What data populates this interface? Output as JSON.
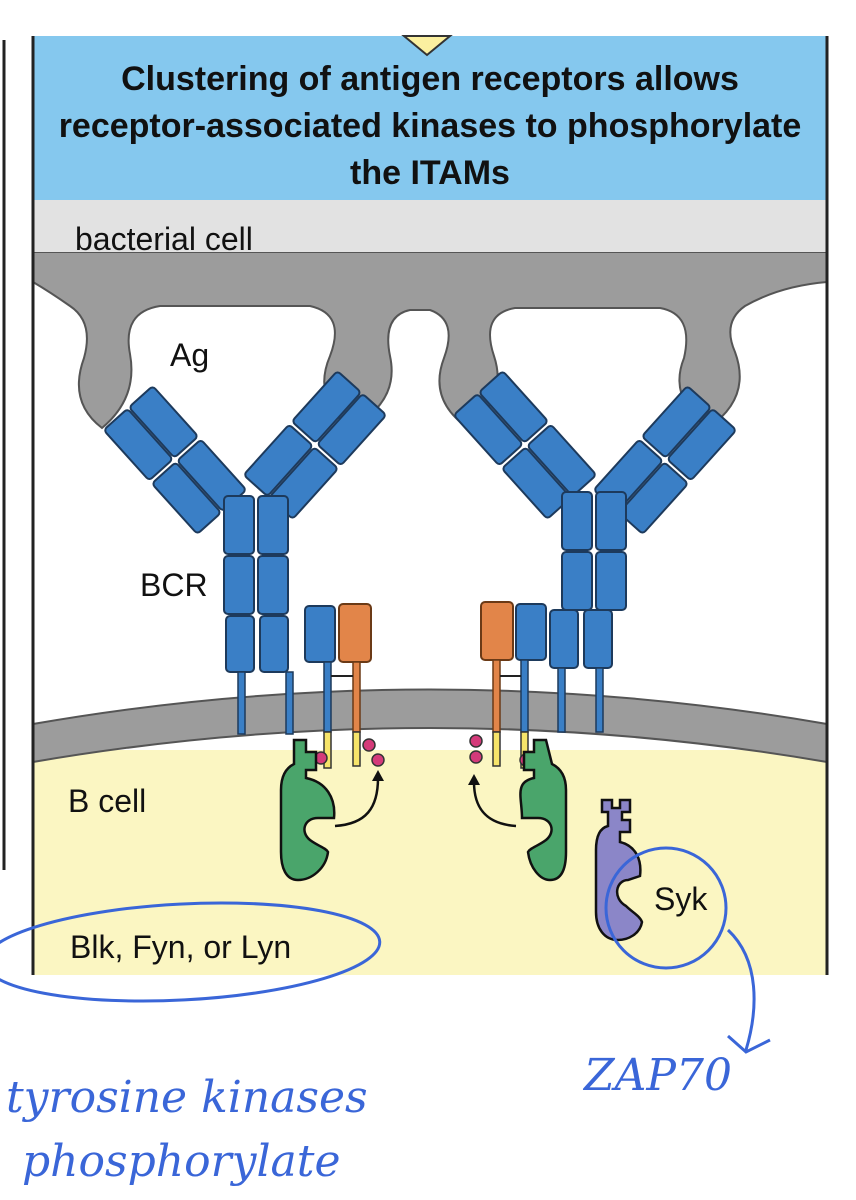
{
  "panel": {
    "title_lines": [
      "Clustering of antigen receptors allows",
      "receptor-associated kinases to phosphorylate",
      "the ITAMs"
    ]
  },
  "labels": {
    "bacterial_cell": "bacterial cell",
    "antigen": "Ag",
    "bcr": "BCR",
    "b_cell": "B cell",
    "kinases": "Blk, Fyn, or Lyn",
    "syk": "Syk"
  },
  "annotations": {
    "line1": "tyrosine kinases",
    "line2": "phosphorylate",
    "zap": "ZAP70"
  },
  "colors": {
    "title_bg": "#85c8ee",
    "bacterial_bg": "#e2e2e2",
    "membrane": "#9c9c9c",
    "b_cell_bg": "#fbf6c2",
    "immunoglobulin": "#3a7fc6",
    "accessory_orange": "#e28549",
    "src_kinase": "#4aa56b",
    "syk": "#8b86c8",
    "itam_dot": "#d43a7a",
    "ink": "#3a66d8"
  }
}
